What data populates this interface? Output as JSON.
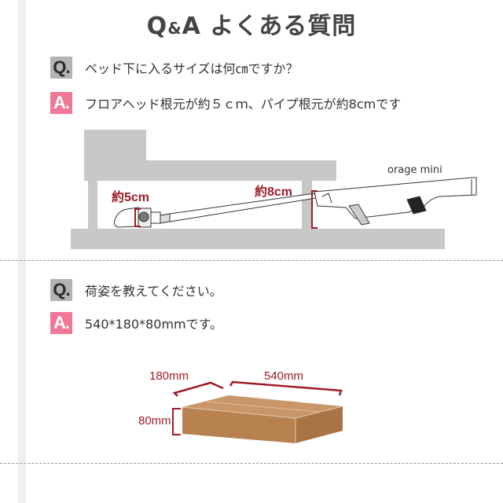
{
  "header": {
    "title_q": "Q",
    "title_amp": "&",
    "title_a": "A",
    "title_rest": " よくある質問"
  },
  "qa": [
    {
      "question_badge": "Q.",
      "question": "ベッド下に入るサイズは何㎝ですか？",
      "answer_badge": "A.",
      "answer": "フロアヘッド根元が約５ｃｍ、パイプ根元が約8cmです",
      "diagram": {
        "label_head": "約5cm",
        "label_pipe": "約8cm",
        "product_name": "orage mini"
      }
    },
    {
      "question_badge": "Q.",
      "question": "荷姿を教えてください。",
      "answer_badge": "A.",
      "answer": "540*180*80mmです。",
      "diagram": {
        "label_depth": "180mm",
        "label_width": "540mm",
        "label_height": "80mm"
      }
    }
  ],
  "colors": {
    "q_badge": "#b3b3b3",
    "a_badge": "#f07896",
    "dimension_red": "#9e1c26",
    "bed_gray": "#c8c8c8",
    "box_brown": "#c08a5c"
  }
}
